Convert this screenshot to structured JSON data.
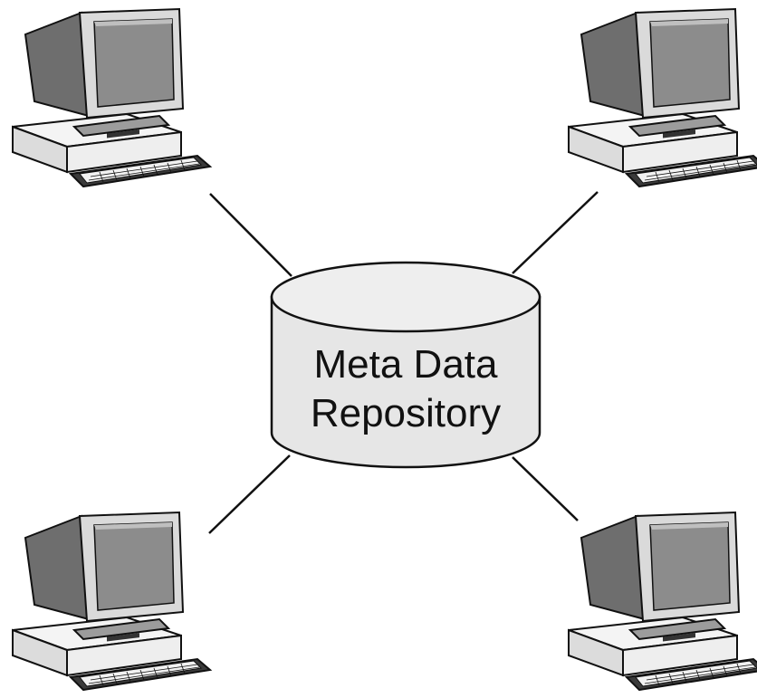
{
  "diagram": {
    "central_node": {
      "label_line1": "Meta Data",
      "label_line2": "Repository",
      "icon": "database-cylinder-icon"
    },
    "clients": [
      {
        "name": "top-left",
        "icon": "desktop-computer-icon"
      },
      {
        "name": "top-right",
        "icon": "desktop-computer-icon"
      },
      {
        "name": "bottom-left",
        "icon": "desktop-computer-icon"
      },
      {
        "name": "bottom-right",
        "icon": "desktop-computer-icon"
      }
    ],
    "colors": {
      "outline": "#111111",
      "fill_light": "#e6e6e6",
      "fill_mid": "#bdbdbd",
      "fill_dark": "#7a7a7a"
    }
  }
}
